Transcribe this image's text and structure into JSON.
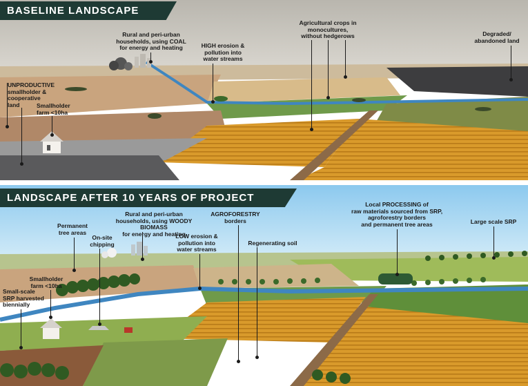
{
  "before": {
    "title": "BASELINE LANDSCAPE BEFORE",
    "labels": {
      "households_coal": "Rural and peri-urban\nhouseholds, using COAL\nfor energy and heating",
      "high_erosion": "HIGH erosion &\npollution into\nwater streams",
      "agri_crops": "Agricultural crops in\nmonocultures,\nwithout hedgerows",
      "degraded_land": "Degraded/\nabandoned land",
      "unproductive": "UNPRODUCTIVE\nsmallholder &\ncooperative\nland",
      "smallholder_farm": "Smallholder\nfarm <10ha"
    }
  },
  "after": {
    "title": "LANDSCAPE AFTER 10 YEARS OF PROJECT ACTIVITIES",
    "labels": {
      "households_biomass": "Rural and peri-urban\nhouseholds, using WOODY BIOMASS\nfor energy and heating",
      "agroforestry": "AGROFORESTRY\nborders",
      "local_processing": "Local PROCESSING of\nraw materials sourced from SRP,\nagroforestry borders\nand permanent tree areas",
      "large_srp": "Large scale SRP",
      "permanent_tree": "Permanent\ntree areas",
      "onsite_chipping": "On-site\nchipping",
      "low_erosion": "LOW erosion &\npollution into\nwater streams",
      "regenerating_soil": "Regenerating soil",
      "smallholder_farm": "Smallholder\nfarm <10ha",
      "small_srp": "Small-scale\nSRP harvested\nbiennially"
    }
  },
  "colors": {
    "banner": "#1e3a34",
    "sky_before": "#c8c4bc",
    "sky_after": "#9fd3f0",
    "water": "#3f86c0",
    "crop": "#d99a2b",
    "field_brown": "#b88a5c",
    "field_green": "#5f8f3a",
    "degraded": "#4a4a4a"
  }
}
